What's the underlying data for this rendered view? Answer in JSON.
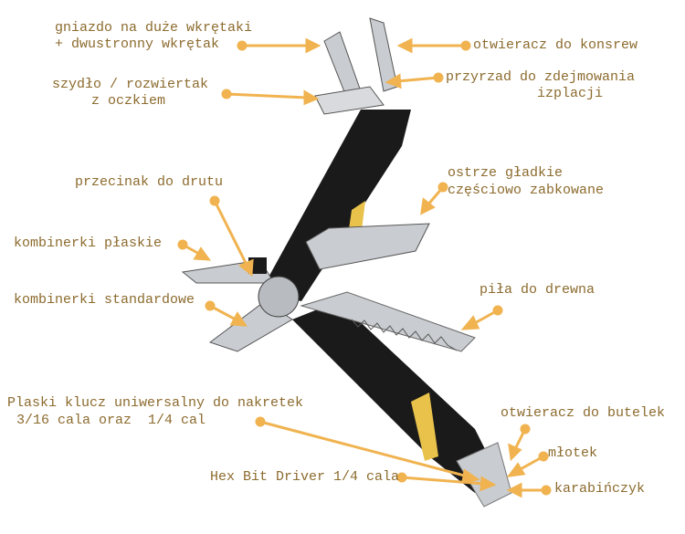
{
  "colors": {
    "label_text": "#8c6b2e",
    "arrow": "#f0b350",
    "tool_metal": "#c9ccd0",
    "tool_handle": "#1a1a1a",
    "accent_yellow": "#e8c24a"
  },
  "labels": {
    "bit_holder": [
      "gniazdo na duże wkrętaki",
      "+ dwustronny wkrętak"
    ],
    "awl": [
      "szydło / rozwiertak",
      "z oczkiem"
    ],
    "can_opener": "otwieracz do konsrew",
    "wire_stripper": [
      "przyrzad do zdejmowania",
      "izplacji"
    ],
    "blade": [
      "ostrze gładkie",
      "częściowo zabkowane"
    ],
    "wire_cutter": "przecinak do drutu",
    "needlenose_pliers": "kombinerki płaskie",
    "regular_pliers": "kombinerki standardowe",
    "saw": "piła do drewna",
    "wrench": [
      "Plaski klucz uniwersalny do nakretek",
      "3/16 cala oraz  1/4 cal"
    ],
    "bottle_opener": "otwieracz do butelek",
    "hammer": "młotek",
    "carabiner": "karabińczyk",
    "hex_driver": "Hex Bit Driver 1/4 cala"
  }
}
